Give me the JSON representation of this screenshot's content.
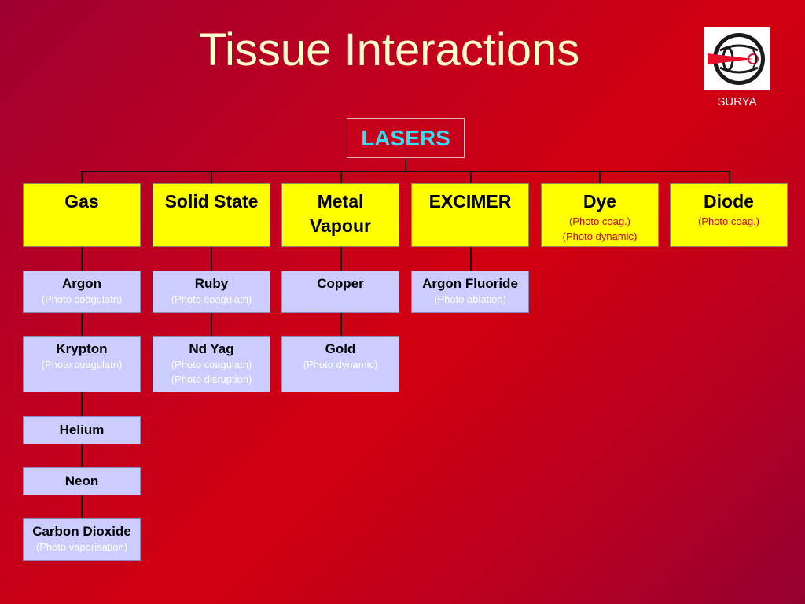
{
  "title": "Tissue Interactions",
  "logo": {
    "icon": "surya-eye-laser-logo",
    "caption": "SURYA"
  },
  "root": "LASERS",
  "categories": [
    {
      "name": "Gas",
      "subs": []
    },
    {
      "name": "Solid State",
      "subs": []
    },
    {
      "name": "Metal Vapour",
      "subs": []
    },
    {
      "name": "EXCIMER",
      "subs": []
    },
    {
      "name": "Dye",
      "subs": [
        "(Photo coag.)",
        "(Photo dynamic)"
      ]
    },
    {
      "name": "Diode",
      "subs": [
        "(Photo coag.)"
      ]
    }
  ],
  "items": {
    "gas": [
      {
        "name": "Argon",
        "subs": [
          "(Photo coagulatn)"
        ]
      },
      {
        "name": "Krypton",
        "subs": [
          "(Photo coagulatn)"
        ]
      },
      {
        "name": "Helium",
        "subs": []
      },
      {
        "name": "Neon",
        "subs": []
      },
      {
        "name": "Carbon Dioxide",
        "subs": [
          "(Photo vaporisation)"
        ]
      }
    ],
    "solid_state": [
      {
        "name": "Ruby",
        "subs": [
          "(Photo coagulatn)"
        ]
      },
      {
        "name": "Nd Yag",
        "subs": [
          "(Photo coagulatn)",
          "(Photo disruption)"
        ]
      }
    ],
    "metal_vapour": [
      {
        "name": "Copper",
        "subs": []
      },
      {
        "name": "Gold",
        "subs": [
          "(Photo dynamic)"
        ]
      }
    ],
    "excimer": [
      {
        "name": "Argon Fluoride",
        "subs": [
          "(Photo ablation)"
        ]
      }
    ]
  },
  "colors": {
    "background": "#c2001e",
    "title": "#ffffcc",
    "root_text": "#33ddf2",
    "category_fill": "#ffff00",
    "category_sub_text": "#c8001c",
    "item_fill": "#ccccff",
    "item_sub_text": "#ffffff",
    "connector": "#111111"
  }
}
